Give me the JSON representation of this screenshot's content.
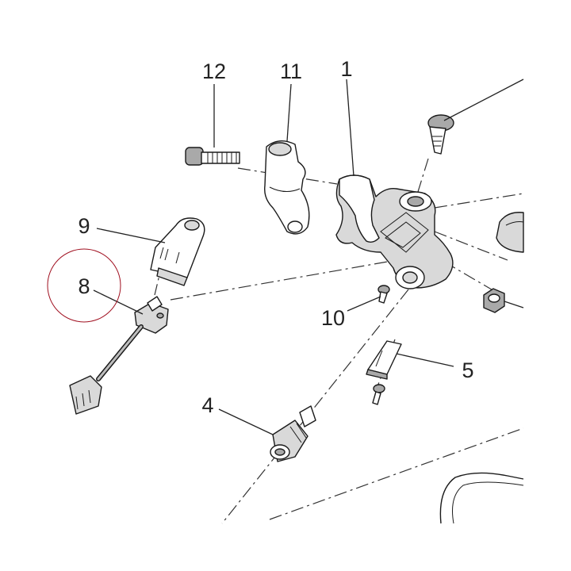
{
  "diagram": {
    "callouts": [
      {
        "id": "c1",
        "label": "1"
      },
      {
        "id": "c4",
        "label": "4"
      },
      {
        "id": "c5",
        "label": "5"
      },
      {
        "id": "c8",
        "label": "8"
      },
      {
        "id": "c9",
        "label": "9"
      },
      {
        "id": "c10",
        "label": "10"
      },
      {
        "id": "c11",
        "label": "11"
      },
      {
        "id": "c12",
        "label": "12"
      }
    ],
    "highlighted_callout": "8",
    "highlight_color": "#a01020",
    "line_color": "#222222",
    "shade_color": "#d9d9d9"
  }
}
